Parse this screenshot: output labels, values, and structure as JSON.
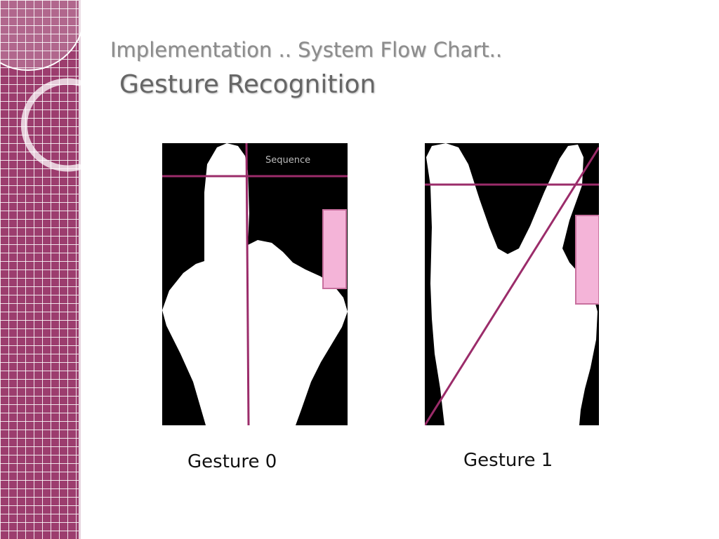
{
  "slide": {
    "title_line_1": "Implementation .. System Flow Chart..",
    "title_line_2": "Gesture Recognition"
  },
  "gestures": [
    {
      "caption": "Gesture 0",
      "overlay_label": "Sequence"
    },
    {
      "caption": "Gesture 1"
    }
  ],
  "colors": {
    "theme_magenta": "#9c3d6e",
    "guide_line": "#9b2c6a",
    "indicator_fill": "#f4b4d8",
    "hand_silhouette": "#ffffff",
    "image_background": "#000000"
  }
}
